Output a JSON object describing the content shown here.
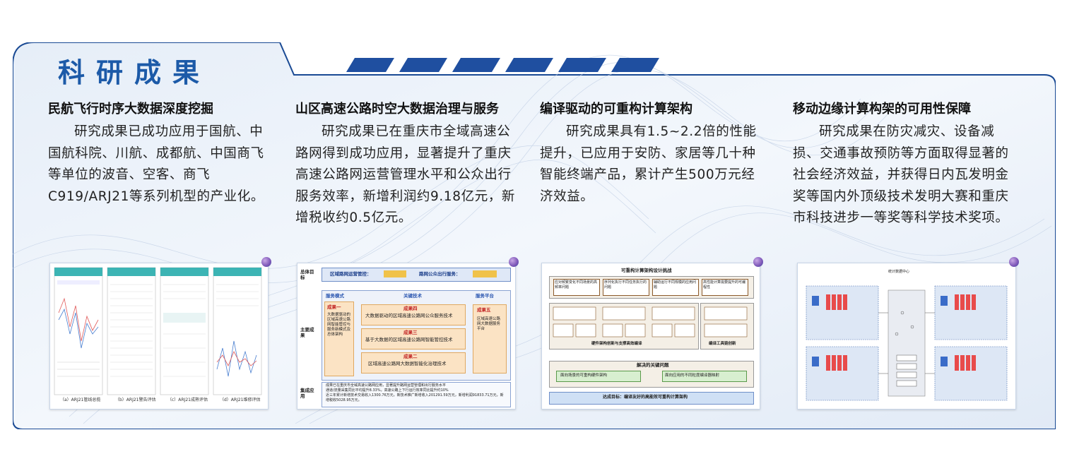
{
  "section_title": "科研成果",
  "columns": [
    {
      "heading": "民航飞行时序大数据深度挖掘",
      "body": "研究成果已成功应用于国航、中国航科院、川航、成都航、中国商飞等单位的波音、空客、商飞C919/ARJ21等系列机型的产业化。"
    },
    {
      "heading": "山区高速公路时空大数据治理与服务",
      "body": "研究成果已在重庆市全域高速公路网得到成功应用，显著提升了重庆高速公路网运营管理水平和公众出行服务效率，新增利润约9.18亿元，新增税收约0.5亿元。"
    },
    {
      "heading": "编译驱动的可重构计算架构",
      "body": "研究成果具有1.5~2.2倍的性能提升，已应用于安防、家居等几十种智能终端产品，累计产生500万元经济效益。"
    },
    {
      "heading": "移动边缘计算构架的可用性保障",
      "body": "研究成果在防灾减灾、设备减损、交通事故预防等方面取得显著的社会经济效益，并获得日内瓦发明金奖等国内外顶级技术发明大赛和重庆市科技进步一等奖等科学技术奖项。"
    }
  ],
  "figure1": {
    "captions": [
      "（a）ARJ21管线总揽",
      "（b）ARJ21警告评估",
      "（c）ARJ21成熟评估",
      "（d）ARJ21维修评估"
    ]
  },
  "figure2": {
    "row_labels": [
      "总体目标",
      "主要成果",
      "集成应用"
    ],
    "goal_a": "区域路网运营管控：",
    "goal_b": "路网公众出行服务：",
    "headers": [
      "服务模式",
      "关键技术",
      "服务平台"
    ],
    "result1": "成果一",
    "result1_text": "大数据驱动的区域高速公路网智能管控与服务新模式及总体架构",
    "result4": "成果四",
    "result4_text": "大数据驱动的区域高速公路网公众服务技术",
    "result3": "成果三",
    "result3_text": "基于大数据的区域高速公路网智能管控技术",
    "result2": "成果二",
    "result2_text": "区域高速公路网大数据智能化治理技术",
    "result5": "成果五",
    "result5_text": "区域高速公路网大数据服务平台",
    "app_lines": [
      "成果已在重庆市全域高速公路网应用，显著提升路网运营管理和出行服务水平",
      "通道/流量采集同比平均提升8.33%，高速公路上下行运行效率同比提升约10%",
      "近三年累计新增技术交易收入1300.76万元，新技术推广新增收入201291.59万元，新增利润91833.71万元，新增税收5028.95万元。"
    ]
  },
  "figure3": {
    "title": "可重构计算架构设计挑战",
    "challenges": [
      "应对频繁变化不同场景的高频率问题",
      "序列化执行不同任务执行的问题",
      "辅助运行不同规模的应用问题",
      "高性能计算需要提升的可编程性"
    ],
    "mid_left": "硬件架构创新与支撑高效编译",
    "mid_right": "编译工具链创新",
    "key_title": "解决的关键问题",
    "key_items": [
      "面向场景的可重构硬件架构",
      "面向应用的不同粒度编译器映射"
    ],
    "goal": "达成目标：编译友好的高能效可重构计算架构"
  },
  "figure4": {
    "top_label": "统计数据中心"
  }
}
